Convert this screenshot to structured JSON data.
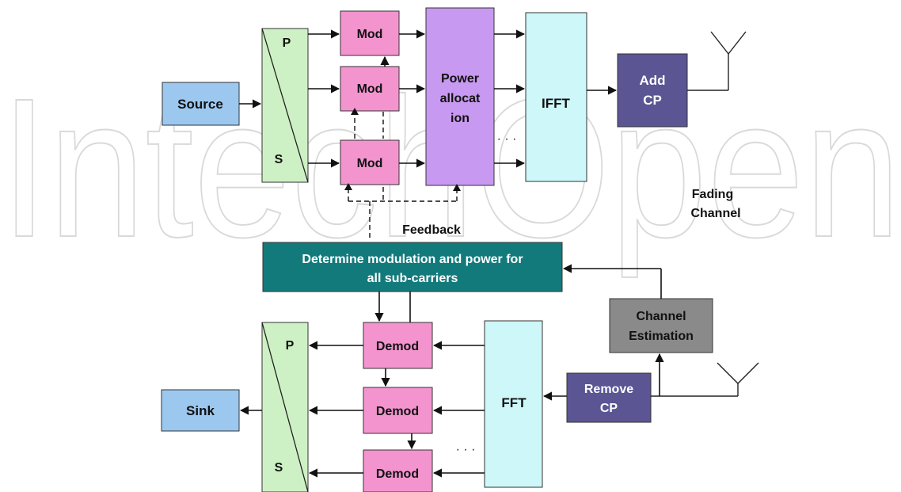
{
  "watermark": "IntechOpen",
  "blocks": {
    "source": "Source",
    "sp_top_p": "P",
    "sp_top_s": "S",
    "mod1": "Mod",
    "mod2": "Mod",
    "mod3": "Mod",
    "power_line1": "Power",
    "power_line2": "allocat",
    "power_line3": "ion",
    "ifft": "IFFT",
    "addcp_line1": "Add",
    "addcp_line2": "CP",
    "fading_line1": "Fading",
    "fading_line2": "Channel",
    "feedback": "Feedback",
    "determine_line1": "Determine modulation and power for",
    "determine_line2": "all sub-carriers",
    "chest_line1": "Channel",
    "chest_line2": "Estimation",
    "removecp_line1": "Remove",
    "removecp_line2": "CP",
    "fft": "FFT",
    "demod1": "Demod",
    "demod2": "Demod",
    "demod3": "Demod",
    "sp_bot_p": "P",
    "sp_bot_s": "S",
    "sink": "Sink",
    "dots_top": "· · ·",
    "dots_bottom": "· · ·"
  },
  "colors": {
    "source_sink": "#9cc8f0",
    "serial_parallel": "#cdf1c4",
    "mod": "#f394cf",
    "power": "#c899f0",
    "fft": "#cdf7f9",
    "addcp": "#5b5593",
    "determine": "#137a7c",
    "chest": "#8a8a8a",
    "watermark": "#d9d9d9"
  }
}
